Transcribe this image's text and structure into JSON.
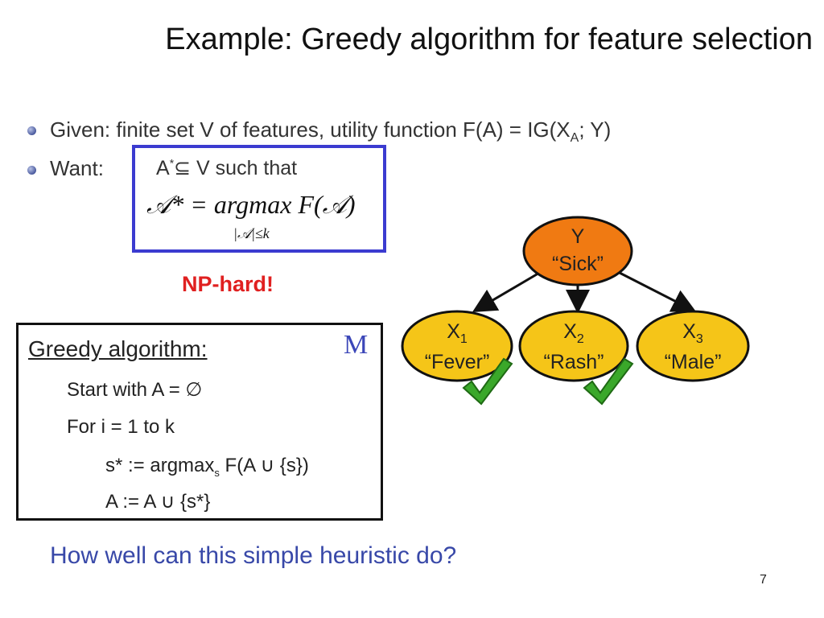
{
  "slide": {
    "title": "Example: Greedy algorithm for feature selection",
    "page_number": "7"
  },
  "bullets": {
    "given": {
      "lead": "Given: finite set V of features, utility function F(A) = IG(X",
      "subscript": "A",
      "tail": "; Y)"
    },
    "want": {
      "label": "Want:",
      "condition_A": "A",
      "condition_star": "*",
      "condition_subset": "⊆",
      "condition_text": " V such that",
      "formula_lhs": "𝒜* = argmax F(𝒜)",
      "formula_sub": "|𝒜|≤k"
    }
  },
  "np_hard": "NP-hard!",
  "greedy": {
    "title": "Greedy algorithm:",
    "marker": "M",
    "step1": "Start with A = ∅",
    "step2": "For i = 1 to k",
    "step3_main": "s* := argmax",
    "step3_sub": "s",
    "step3_tail": " F(A ∪ {s})",
    "step4": "A := A ∪ {s*}"
  },
  "question": "How well can this simple heuristic do?",
  "network": {
    "root": {
      "var": "Y",
      "label": "“Sick”",
      "color": "#f07a12"
    },
    "children": [
      {
        "var": "X",
        "sub": "1",
        "label": "“Fever”",
        "selected": true
      },
      {
        "var": "X",
        "sub": "2",
        "label": "“Rash”",
        "selected": true
      },
      {
        "var": "X",
        "sub": "3",
        "label": "“Male”",
        "selected": false
      }
    ],
    "child_color": "#f5c518",
    "check_color": "#3aa82a"
  }
}
